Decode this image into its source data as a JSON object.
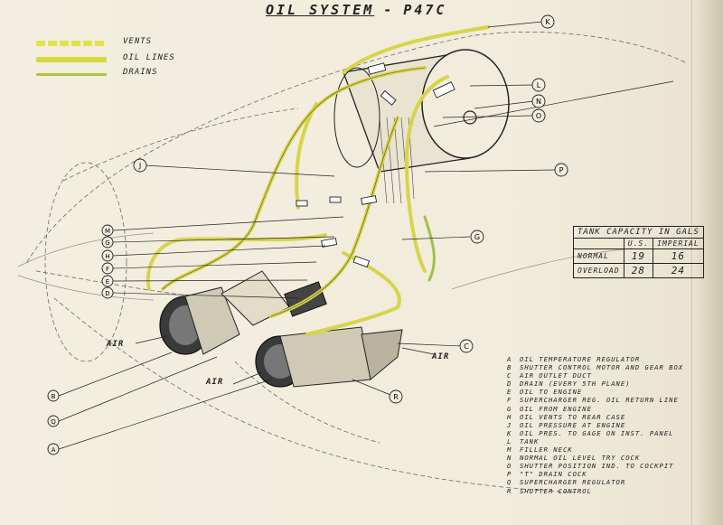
{
  "title": {
    "main": "OIL SYSTEM",
    "separator": "-",
    "model": "P47C"
  },
  "legend": [
    {
      "label": "VENTS",
      "color": "#e2e24a",
      "style": "dashed"
    },
    {
      "label": "OIL LINES",
      "color": "#d8d83c",
      "style": "solid"
    },
    {
      "label": "DRAINS",
      "color": "#a9c544",
      "style": "solid"
    }
  ],
  "tank_table": {
    "caption": "TANK CAPACITY IN GALS",
    "columns": [
      "",
      "U.S.",
      "IMPERIAL"
    ],
    "rows": [
      {
        "label": "NORMAL",
        "us": "19",
        "imperial": "16"
      },
      {
        "label": "OVERLOAD",
        "us": "28",
        "imperial": "24"
      }
    ]
  },
  "callouts": {
    "K": "K",
    "L": "L",
    "N": "N",
    "O": "O",
    "P": "P",
    "J": "J",
    "G": "G",
    "M": "M",
    "H": "H",
    "F": "F",
    "E": "E",
    "D": "D",
    "C": "C",
    "B": "B",
    "R": "R",
    "Q": "Q",
    "A": "A"
  },
  "air_labels": [
    "AIR",
    "AIR",
    "AIR"
  ],
  "key": [
    {
      "letter": "A",
      "text": "OIL TEMPERATURE REGULATOR"
    },
    {
      "letter": "B",
      "text": "SHUTTER CONTROL MOTOR AND GEAR BOX"
    },
    {
      "letter": "C",
      "text": "AIR OUTLET DUCT"
    },
    {
      "letter": "D",
      "text": "DRAIN (EVERY 5TH PLANE)"
    },
    {
      "letter": "E",
      "text": "OIL TO ENGINE"
    },
    {
      "letter": "F",
      "text": "SUPERCHARGER REG. OIL RETURN LINE"
    },
    {
      "letter": "G",
      "text": "OIL FROM ENGINE"
    },
    {
      "letter": "H",
      "text": "OIL VENTS TO REAR CASE"
    },
    {
      "letter": "J",
      "text": "OIL PRESSURE AT ENGINE"
    },
    {
      "letter": "K",
      "text": "OIL PRES. TO GAGE ON INST. PANEL"
    },
    {
      "letter": "L",
      "text": "TANK"
    },
    {
      "letter": "M",
      "text": "FILLER NECK"
    },
    {
      "letter": "N",
      "text": "NORMAL OIL LEVEL TRY COCK"
    },
    {
      "letter": "O",
      "text": "SHUTTER POSITION IND. TO COCKPIT"
    },
    {
      "letter": "P",
      "text": "\"T\" DRAIN COCK"
    },
    {
      "letter": "Q",
      "text": "SUPERCHARGER REGULATOR"
    },
    {
      "letter": "R",
      "text": "SHUTTER CONTROL"
    }
  ]
}
